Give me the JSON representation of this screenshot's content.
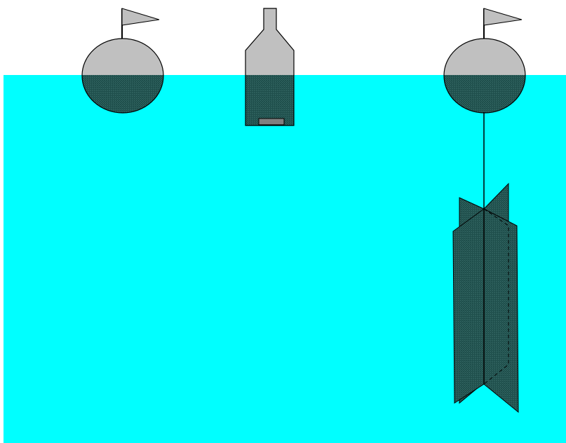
{
  "colors": {
    "background": "#ffffff",
    "water": "#00ffff",
    "hull_above_water": "#c0c0c0",
    "hull_below_water": "#1f4f4c",
    "outline": "#000000",
    "flag": "#c0c0c0",
    "weight": "#808080"
  },
  "objects": [
    {
      "name": "buoy-with-flag",
      "icon": "round-float-with-flag"
    },
    {
      "name": "bottle-drifter",
      "icon": "bottle-with-weight"
    },
    {
      "name": "buoy-with-drogue",
      "icon": "round-float-with-flag-and-tethered-holey-sock-drogue"
    }
  ]
}
